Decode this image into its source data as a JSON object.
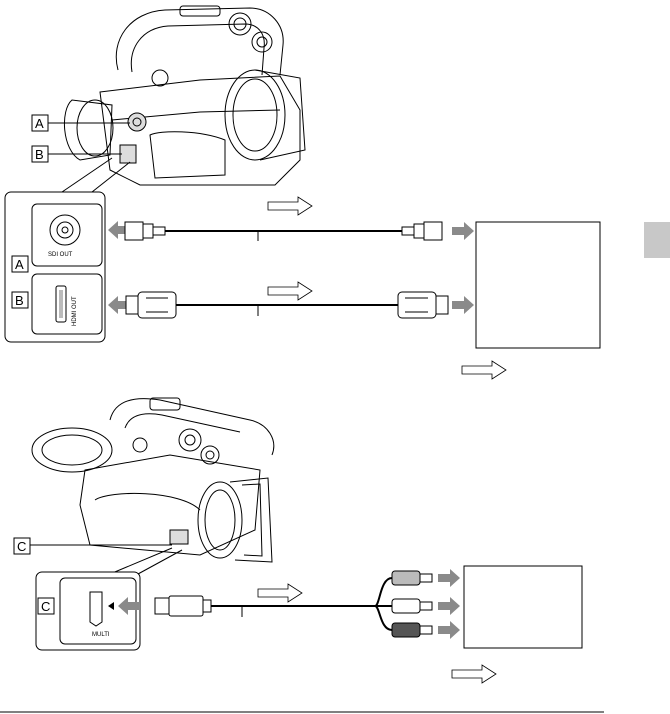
{
  "labels": {
    "a": "A",
    "b": "B",
    "c": "C"
  },
  "ports": {
    "sdi": "SDI OUT",
    "hdmi": "HDMI OUT",
    "multi": "MULTI"
  },
  "colors": {
    "line": "#000000",
    "arrow_gray": "#888888",
    "side_tab": "#c8c8c8"
  }
}
